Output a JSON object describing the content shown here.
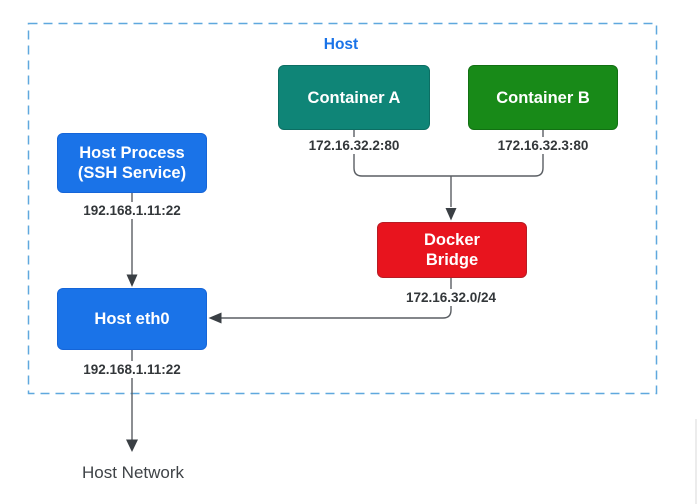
{
  "boundary": {
    "label": "Host"
  },
  "nodes": {
    "container_a": {
      "label": "Container A",
      "address": "172.16.32.2:80"
    },
    "container_b": {
      "label": "Container B",
      "address": "172.16.32.3:80"
    },
    "host_process": {
      "line1": "Host Process",
      "line2": "(SSH Service)",
      "address": "192.168.1.11:22"
    },
    "docker_bridge": {
      "line1": "Docker",
      "line2": "Bridge",
      "address": "172.16.32.0/24"
    },
    "host_eth0": {
      "label": "Host eth0",
      "address": "192.168.1.11:22"
    }
  },
  "external": {
    "host_network": "Host Network"
  },
  "colors": {
    "container_a_fill": "#0f8577",
    "container_b_fill": "#188a18",
    "host_box_fill": "#1a73e8",
    "docker_bridge_fill": "#e8141e",
    "boundary_stroke": "#5fa8de",
    "connector_stroke": "#5a5e63",
    "arrowhead_fill": "#3a3f44",
    "address_text": "#33373a",
    "boundary_label_text": "#1a73e8"
  }
}
